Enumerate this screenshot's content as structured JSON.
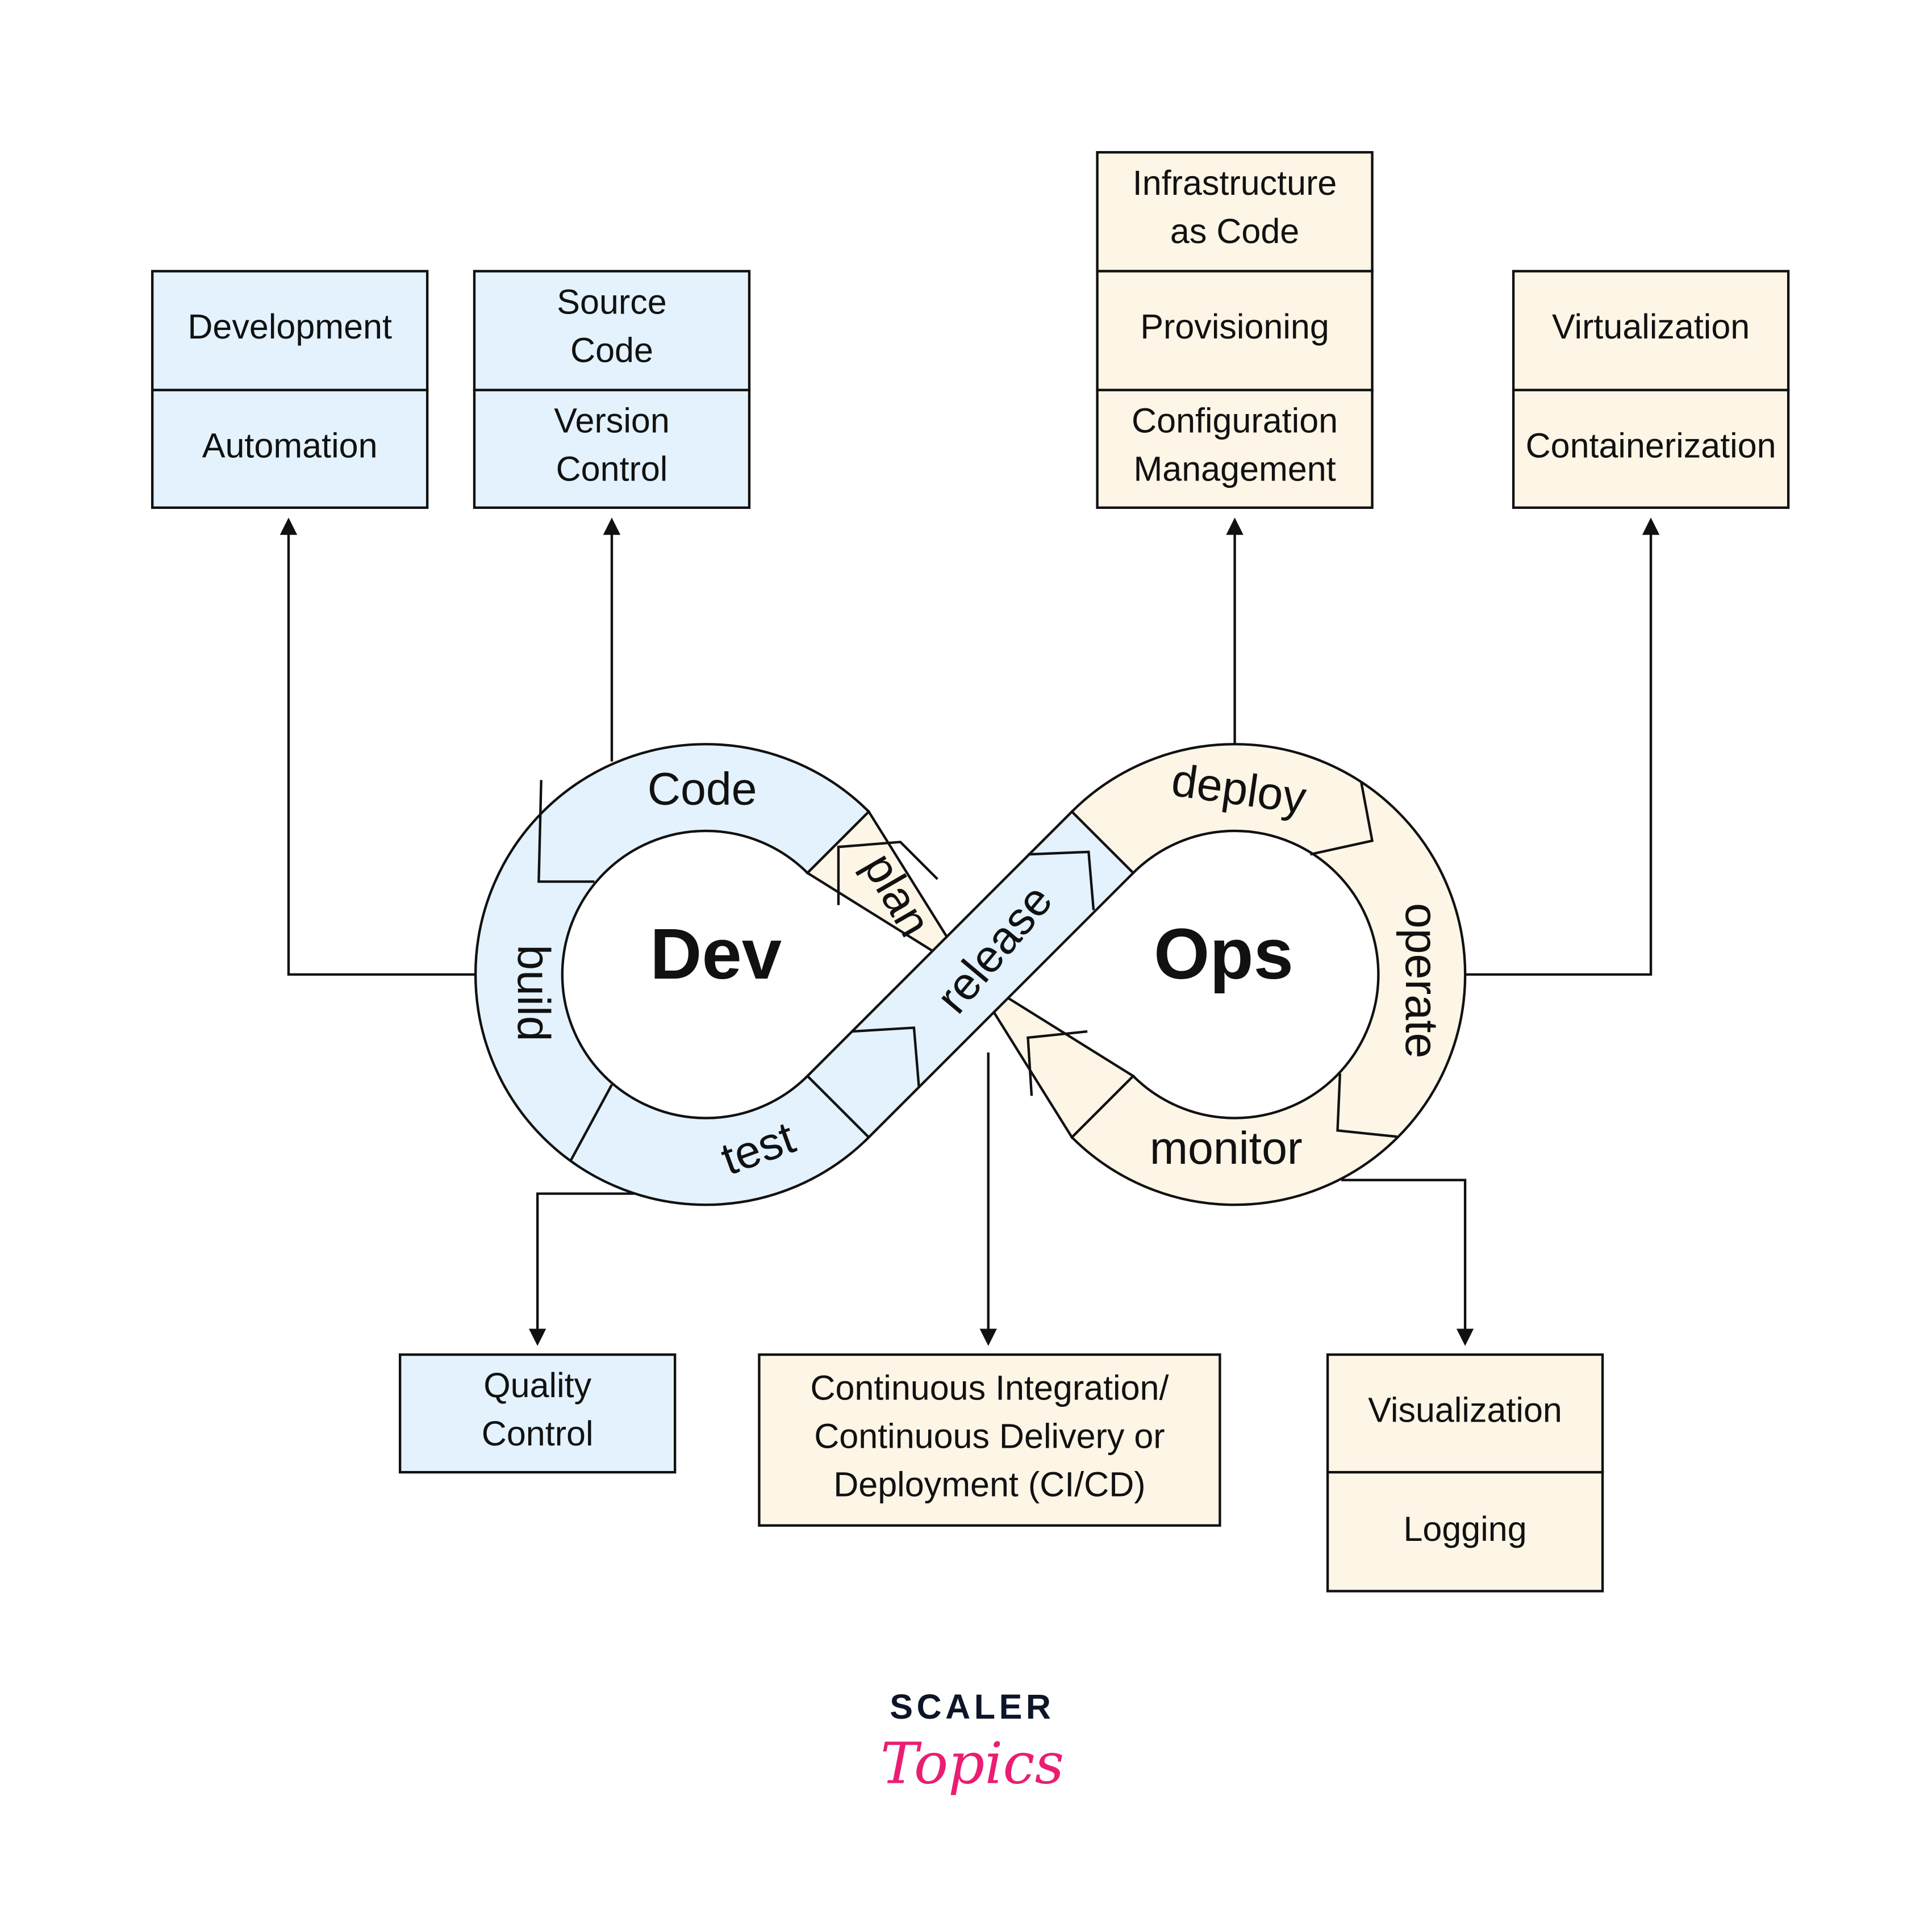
{
  "colors": {
    "dev": "#e3f2fd",
    "ops": "#fdf5e6",
    "logo_dark": "#0c1628",
    "logo_pink": "#e91e73"
  },
  "loop": {
    "dev": "Dev",
    "ops": "Ops",
    "stages": {
      "code": "Code",
      "build": "build",
      "test": "test",
      "plan": "plan",
      "release": "release",
      "deploy": "deploy",
      "operate": "operate",
      "monitor": "monitor"
    }
  },
  "boxes": {
    "dev_auto": {
      "top": [
        "Development"
      ],
      "bottom": [
        "Automation"
      ]
    },
    "source_version": {
      "top": [
        "Source",
        "Code"
      ],
      "bottom": [
        "Version",
        "Control"
      ]
    },
    "infra": {
      "top": [
        "Infrastructure",
        "as Code"
      ],
      "middle": [
        "Provisioning"
      ],
      "bottom": [
        "Configuration",
        "Management"
      ]
    },
    "virt": {
      "top": [
        "Virtualization"
      ],
      "bottom": [
        "Containerization"
      ]
    },
    "quality": {
      "lines": [
        "Quality",
        "Control"
      ]
    },
    "cicd": {
      "lines": [
        "Continuous Integration/",
        "Continuous Delivery or",
        "Deployment (CI/CD)"
      ]
    },
    "vis_log": {
      "top": [
        "Visualization"
      ],
      "bottom": [
        "Logging"
      ]
    }
  },
  "logo": {
    "brand": "SCALER",
    "sub": "Topics"
  }
}
